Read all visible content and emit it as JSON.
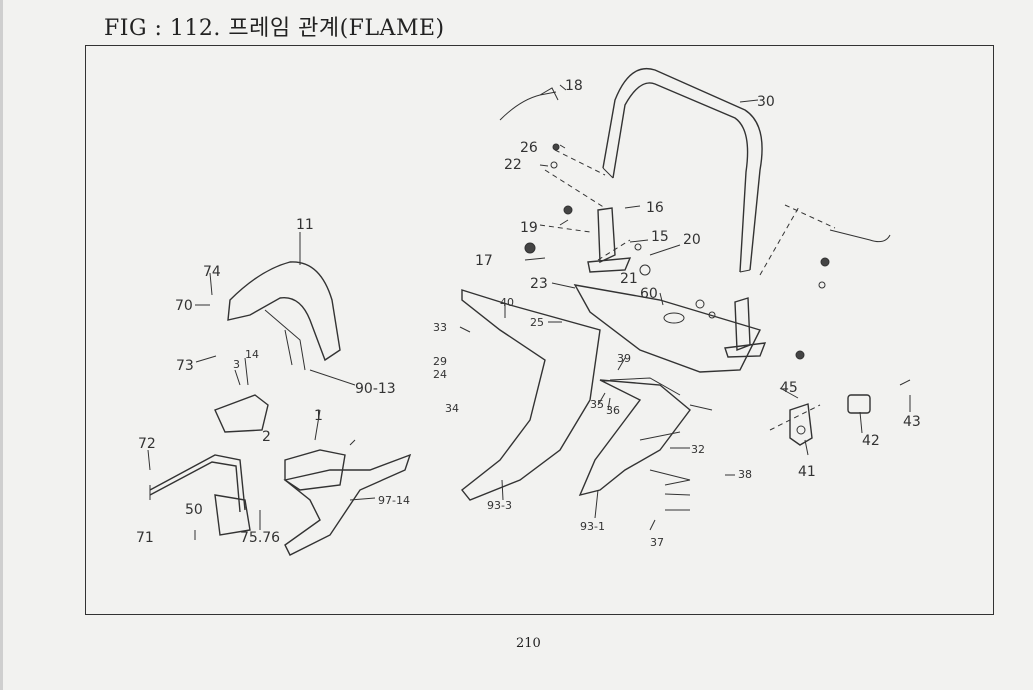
{
  "header": {
    "title": "FIG : 112. 프레임 관계(FLAME)"
  },
  "footer": {
    "page_number": "210"
  },
  "callouts": [
    "18",
    "30",
    "26",
    "22",
    "16",
    "19",
    "15",
    "20",
    "17",
    "21",
    "23",
    "60",
    "11",
    "74",
    "70",
    "73",
    "14",
    "3",
    "2",
    "90-13",
    "40",
    "25",
    "33",
    "29",
    "24",
    "34",
    "39",
    "35",
    "36",
    "45",
    "41",
    "42",
    "43",
    "32",
    "38",
    "93-1",
    "37",
    "93-3",
    "72",
    "71",
    "50",
    "75.76",
    "1",
    "97-14"
  ]
}
